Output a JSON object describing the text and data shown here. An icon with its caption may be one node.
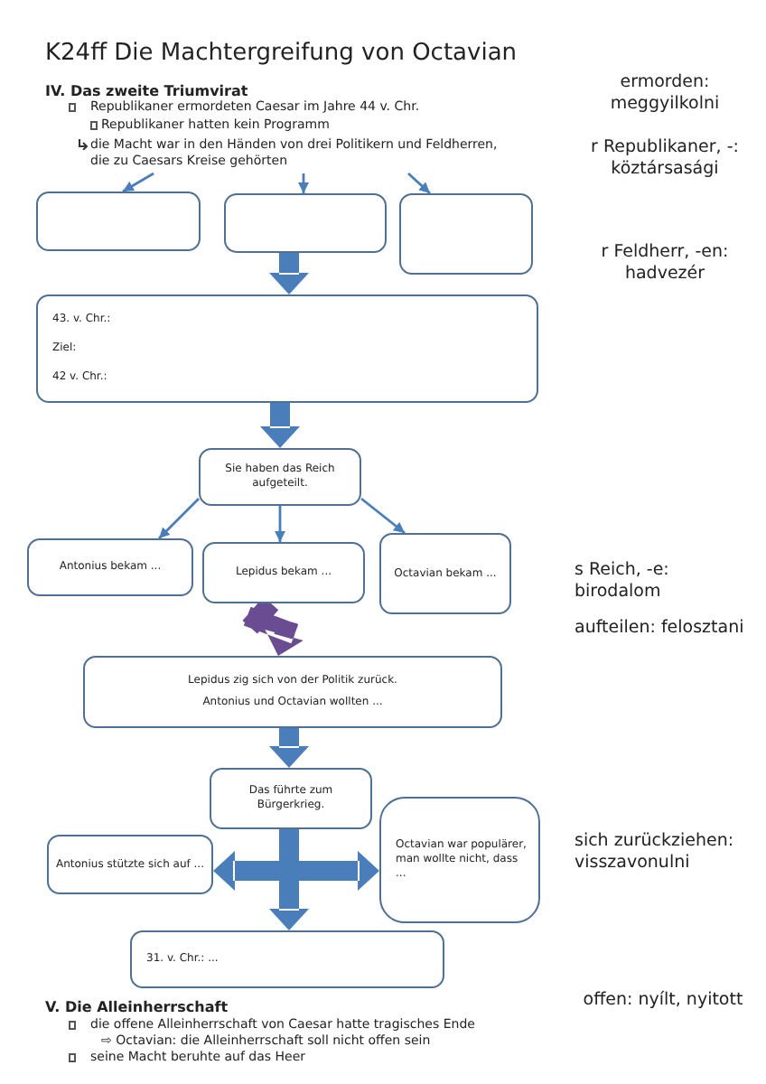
{
  "diagram": {
    "title": "K24ff Die Machtergreifung von Octavian",
    "nodes": [
      {
        "text": [
          "die Macht war in den Händen von drei Politikern und Feldherren, die zu Caesars Kreise gehörten"
        ]
      },
      {
        "text": [],
        "shape": "box"
      },
      {
        "text": [],
        "shape": "box"
      },
      {
        "text": [],
        "shape": "box"
      },
      {
        "text": [
          "43. v. Chr.:",
          "Ziel:",
          "42 v. Chr.:"
        ]
      },
      {
        "text": [
          "Sie haben das Reich aufgeteilt."
        ]
      },
      {
        "text": [
          "Antonius bekam ..."
        ]
      },
      {
        "text": [
          "Lepidus bekam ..."
        ]
      },
      {
        "text": [
          "Octavian bekam ..."
        ]
      },
      {
        "text": [
          "Lepidus zig sich von der Politik zurück.",
          "Antonius und Octavian wollten ..."
        ]
      },
      {
        "text": [
          "Das führte zum Bürgerkrieg."
        ]
      },
      {
        "text": [
          "Antonius stützte sich auf ..."
        ]
      },
      {
        "text": [
          "Octavian war populärer, man wollte nicht, dass ..."
        ]
      },
      {
        "text": [
          "31. v. Chr.: ..."
        ]
      }
    ],
    "edges": [
      {
        "from": 0,
        "to": 1,
        "arrow": "to"
      },
      {
        "from": 0,
        "to": 2,
        "arrow": "to"
      },
      {
        "from": 0,
        "to": 3,
        "arrow": "to"
      },
      {
        "from": 2,
        "to": 4,
        "arrow": "to",
        "style": "thick"
      },
      {
        "from": 4,
        "to": 5,
        "arrow": "to",
        "style": "thick"
      },
      {
        "from": 5,
        "to": 6,
        "arrow": "to"
      },
      {
        "from": 5,
        "to": 7,
        "arrow": "to"
      },
      {
        "from": 5,
        "to": 8,
        "arrow": "to"
      },
      {
        "from": 7,
        "to": 9,
        "arrow": "to",
        "style": "thick",
        "color": "#6a4c93"
      },
      {
        "from": 9,
        "to": 10,
        "arrow": "to",
        "style": "thick"
      },
      {
        "from": 10,
        "to": 11,
        "arrow": "to",
        "style": "thick"
      },
      {
        "from": 10,
        "to": 12,
        "arrow": "to",
        "style": "thick"
      },
      {
        "from": 10,
        "to": 13,
        "arrow": "to",
        "style": "thick"
      }
    ],
    "labels": [
      "IV. Das zweite Triumvirat",
      "Republikaner ermordeten Caesar im Jahre 44 v. Chr.",
      "Republikaner hatten kein Programm",
      "V. Die Alleinherrschaft",
      "die offene Alleinherrschaft von Caesar hatte tragisches Ende",
      "⇨ Octavian: die Alleinherrschaft soll nicht offen sein",
      "seine Macht beruhte auf das Heer",
      "ermorden: meggyilkolni",
      "r Republikaner, -: köztársasági",
      "r Feldherr, -en: hadvezér",
      "s Reich, -e: birodalom",
      "aufteilen: felosztani",
      "sich zurückziehen: visszavonulni",
      "offen: nyílt, nyitott"
    ]
  }
}
